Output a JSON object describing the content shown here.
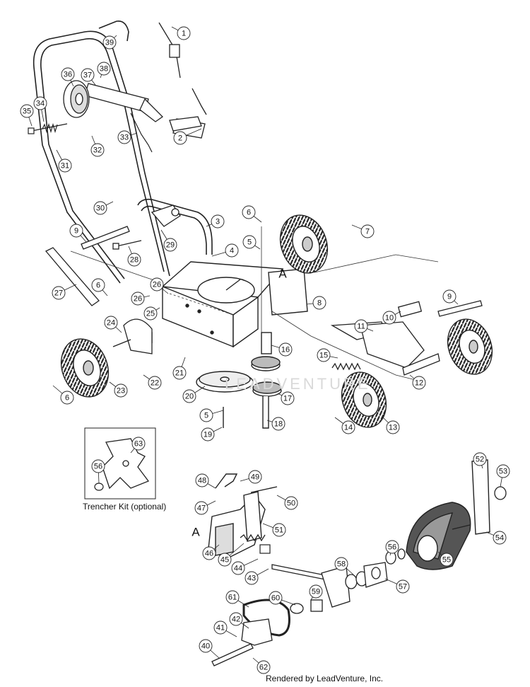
{
  "footer": {
    "credit": "Rendered by LeadVenture, Inc."
  },
  "watermark": {
    "text": "LEADVENTURE"
  },
  "inset": {
    "caption": "Trencher Kit (optional)"
  },
  "reference_letters": [
    "A",
    "A"
  ],
  "callouts": [
    "1",
    "2",
    "3",
    "4",
    "5",
    "6",
    "7",
    "8",
    "9",
    "10",
    "11",
    "12",
    "13",
    "14",
    "15",
    "16",
    "17",
    "18",
    "19",
    "20",
    "21",
    "22",
    "23",
    "24",
    "25",
    "26",
    "27",
    "28",
    "29",
    "30",
    "31",
    "32",
    "33",
    "34",
    "35",
    "36",
    "37",
    "38",
    "39",
    "40",
    "41",
    "42",
    "43",
    "44",
    "45",
    "46",
    "47",
    "48",
    "49",
    "50",
    "51",
    "52",
    "53",
    "54",
    "55",
    "56",
    "57",
    "58",
    "59",
    "60",
    "61",
    "62",
    "63",
    "5",
    "6",
    "6",
    "9",
    "26",
    "56"
  ]
}
